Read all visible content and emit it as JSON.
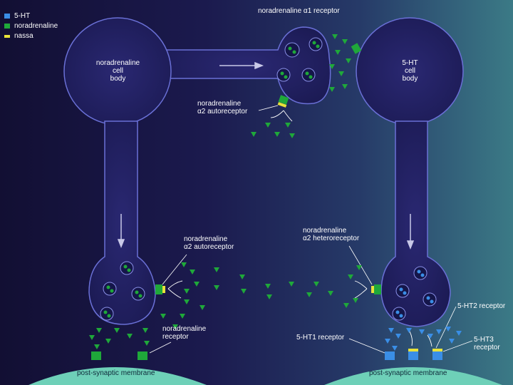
{
  "legend": {
    "items": [
      {
        "label": "5-HT",
        "color": "#3a8ee6"
      },
      {
        "label": "noradrenaline",
        "color": "#1fa83a"
      },
      {
        "label": "nassa",
        "color": "#e8e23a"
      }
    ]
  },
  "labels": {
    "na_cell_body": "noradrenaline\ncell\nbody",
    "ht_cell_body": "5-HT\ncell\nbody",
    "na_alpha1_receptor": "noradrenaline α1 receptor",
    "na_alpha2_autoreceptor_top": "noradrenaline\nα2 autoreceptor",
    "na_alpha2_autoreceptor_bottom": "noradrenaline\nα2 autoreceptor",
    "na_alpha2_heteroreceptor": "noradrenaline\nα2 heteroreceptor",
    "na_receptor": "noradrenaline\nreceptor",
    "ht1_receptor": "5-HT1 receptor",
    "ht2_receptor": "5-HT2 receptor",
    "ht3_receptor": "5-HT3\nreceptor",
    "postsynaptic_left": "post-synaptic membrane",
    "postsynaptic_right": "post-synaptic membrane"
  },
  "colors": {
    "neuron_fill": "#242263",
    "neuron_stroke": "#6a70d6",
    "noradrenaline": "#1fa83a",
    "serotonin": "#3a8ee6",
    "nassa": "#e8e23a",
    "membrane": "#6ed0b8"
  }
}
